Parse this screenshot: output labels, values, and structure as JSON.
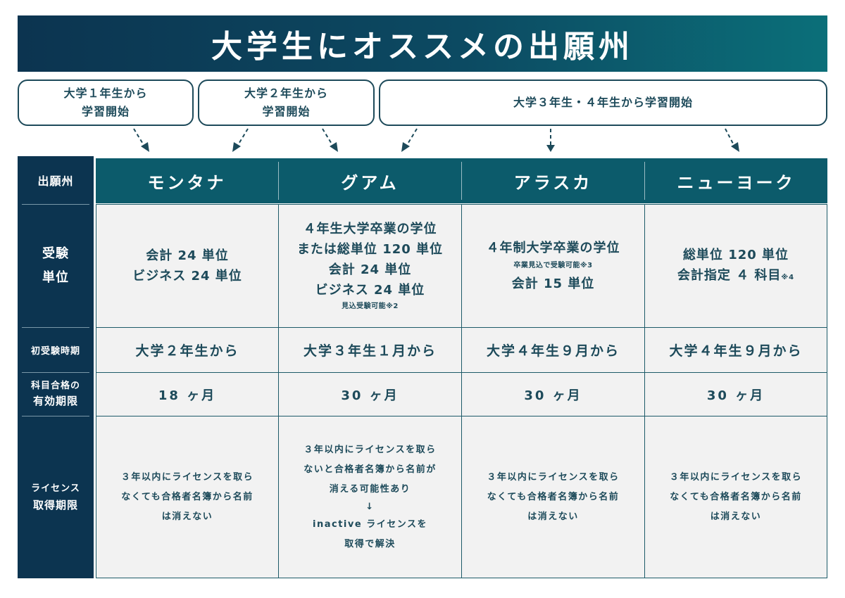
{
  "title": "大学生にオススメの出願州",
  "start_labels": [
    {
      "line1": "大学１年生から",
      "line2": "学習開始"
    },
    {
      "line1": "大学２年生から",
      "line2": "学習開始"
    },
    {
      "line1": "大学３年生・４年生から学習開始"
    }
  ],
  "row_headers": {
    "state": "出願州",
    "units_line1": "受験",
    "units_line2": "単位",
    "first_exam": "初受験時期",
    "validity_line1": "科目合格の",
    "validity_line2": "有効期限",
    "license_line1": "ライセンス",
    "license_line2": "取得期限"
  },
  "states": [
    "モンタナ",
    "グアム",
    "アラスカ",
    "ニューヨーク"
  ],
  "units": {
    "montana": [
      "会計 24 単位",
      "ビジネス 24 単位"
    ],
    "guam": [
      "４年生大学卒業の学位",
      "または総単位 120 単位",
      "会計 24 単位",
      "ビジネス 24 単位"
    ],
    "guam_note": "見込受験可能※2",
    "alaska_line1": "４年制大学卒業の学位",
    "alaska_note": "卒業見込で受験可能※3",
    "alaska_line2": "会計 15 単位",
    "newyork_line1": "総単位 120 単位",
    "newyork_line2": "会計指定 ４ 科目",
    "newyork_note": "※4"
  },
  "first_exam": [
    "大学２年生から",
    "大学３年生１月から",
    "大学４年生９月から",
    "大学４年生９月から"
  ],
  "validity": [
    "18 ヶ月",
    "30 ヶ月",
    "30 ヶ月",
    "30 ヶ月"
  ],
  "license": {
    "montana": [
      "３年以内にライセンスを取ら",
      "なくても合格者名簿から名前",
      "は消えない"
    ],
    "guam": [
      "３年以内にライセンスを取ら",
      "ないと合格者名簿から名前が",
      "消える可能性あり"
    ],
    "guam_arrow": "↓",
    "guam_after": [
      "inactive ライセンスを",
      "取得で解決"
    ],
    "alaska": [
      "３年以内にライセンスを取ら",
      "なくても合格者名簿から名前",
      "は消えない"
    ],
    "newyork": [
      "３年以内にライセンスを取ら",
      "なくても合格者名簿から名前",
      "は消えない"
    ]
  },
  "colors": {
    "navy": "#0c3450",
    "teal": "#0c5b6b",
    "banner_end": "#0b6f79",
    "cell_bg": "#f2f2f2",
    "text": "#1d4a5a"
  }
}
